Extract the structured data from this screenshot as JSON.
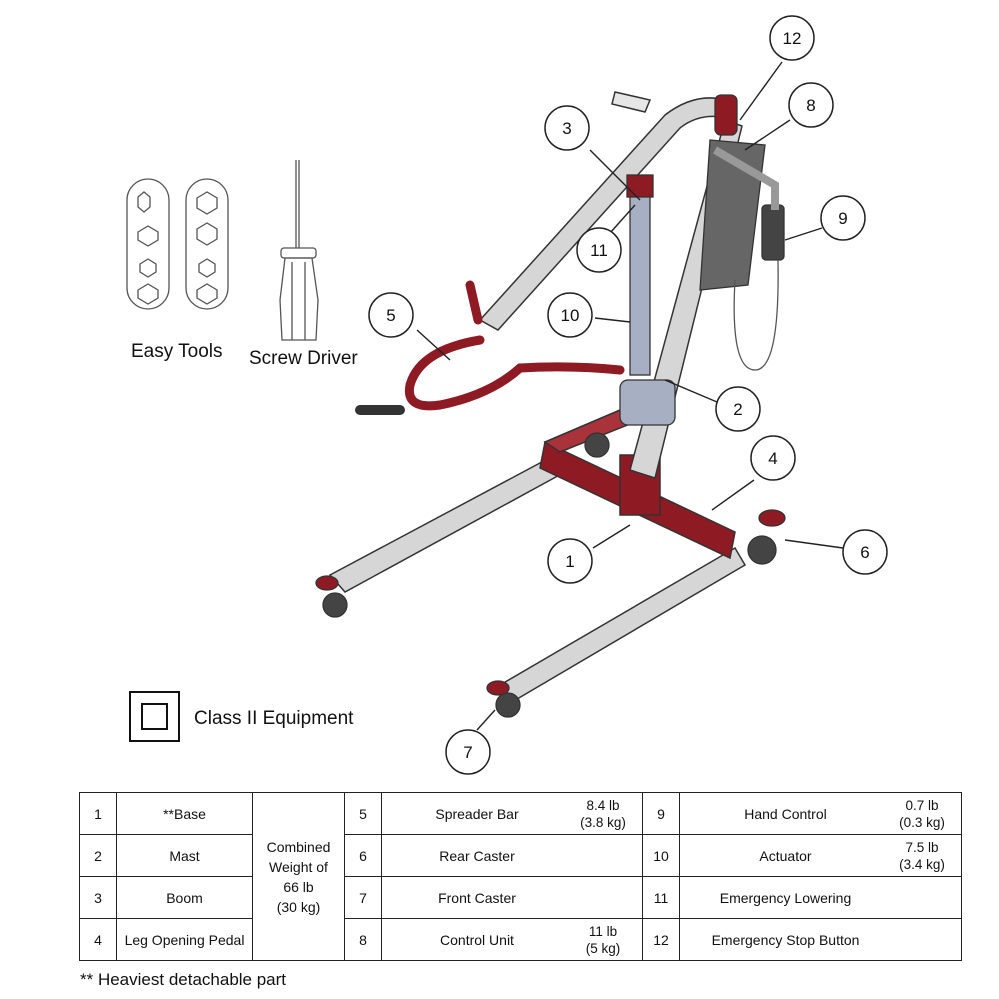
{
  "tools": {
    "easy_tools_label": "Easy Tools",
    "screw_driver_label": "Screw Driver"
  },
  "class_label": "Class II Equipment",
  "callouts": [
    "1",
    "2",
    "3",
    "4",
    "5",
    "6",
    "7",
    "8",
    "9",
    "10",
    "11",
    "12"
  ],
  "table": {
    "combined_weight": [
      "Combined",
      "Weight of",
      "66 lb",
      "(30 kg)"
    ],
    "rows": [
      {
        "n1": "1",
        "p1": "**Base",
        "n2": "5",
        "p2": "Spreader Bar",
        "w2": [
          "8.4 lb",
          "(3.8 kg)"
        ],
        "n3": "9",
        "p3": "Hand Control",
        "w3": [
          "0.7 lb",
          "(0.3 kg)"
        ]
      },
      {
        "n1": "2",
        "p1": "Mast",
        "n2": "6",
        "p2": "Rear Caster",
        "w2": [
          "",
          ""
        ],
        "n3": "10",
        "p3": "Actuator",
        "w3": [
          "7.5 lb",
          "(3.4 kg)"
        ]
      },
      {
        "n1": "3",
        "p1": "Boom",
        "n2": "7",
        "p2": "Front Caster",
        "w2": [
          "",
          ""
        ],
        "n3": "11",
        "p3": "Emergency Lowering",
        "w3": [
          "",
          ""
        ]
      },
      {
        "n1": "4",
        "p1": "Leg Opening Pedal",
        "n2": "8",
        "p2": "Control Unit",
        "w2": [
          "11 lb",
          "(5 kg)"
        ],
        "n3": "12",
        "p3": "Emergency Stop Button",
        "w3": [
          "",
          ""
        ]
      }
    ]
  },
  "footnote": "** Heaviest detachable part",
  "colors": {
    "frame_red": "#8e1b24",
    "frame_steel": "#d6d6d6",
    "line": "#222222"
  }
}
